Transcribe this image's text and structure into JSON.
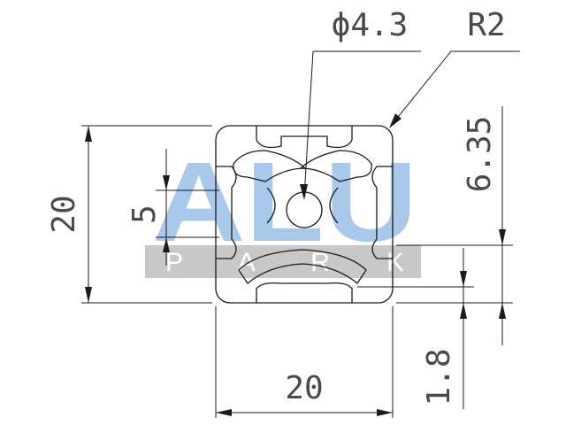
{
  "drawing": {
    "dimensions": {
      "hole_diameter": "ϕ4.3",
      "corner_radius": "R2",
      "height": "20",
      "width": "20",
      "slot_opening": "5",
      "slot_offset": "6.35",
      "wall_thickness": "1.8"
    },
    "watermark": {
      "main": "ALU",
      "sub": "PARK"
    },
    "colors": {
      "line": "#1a1a1a",
      "text": "#4a4a4a",
      "watermark_main": "#a9c8ea",
      "watermark_band": "#c8c8c8"
    }
  }
}
